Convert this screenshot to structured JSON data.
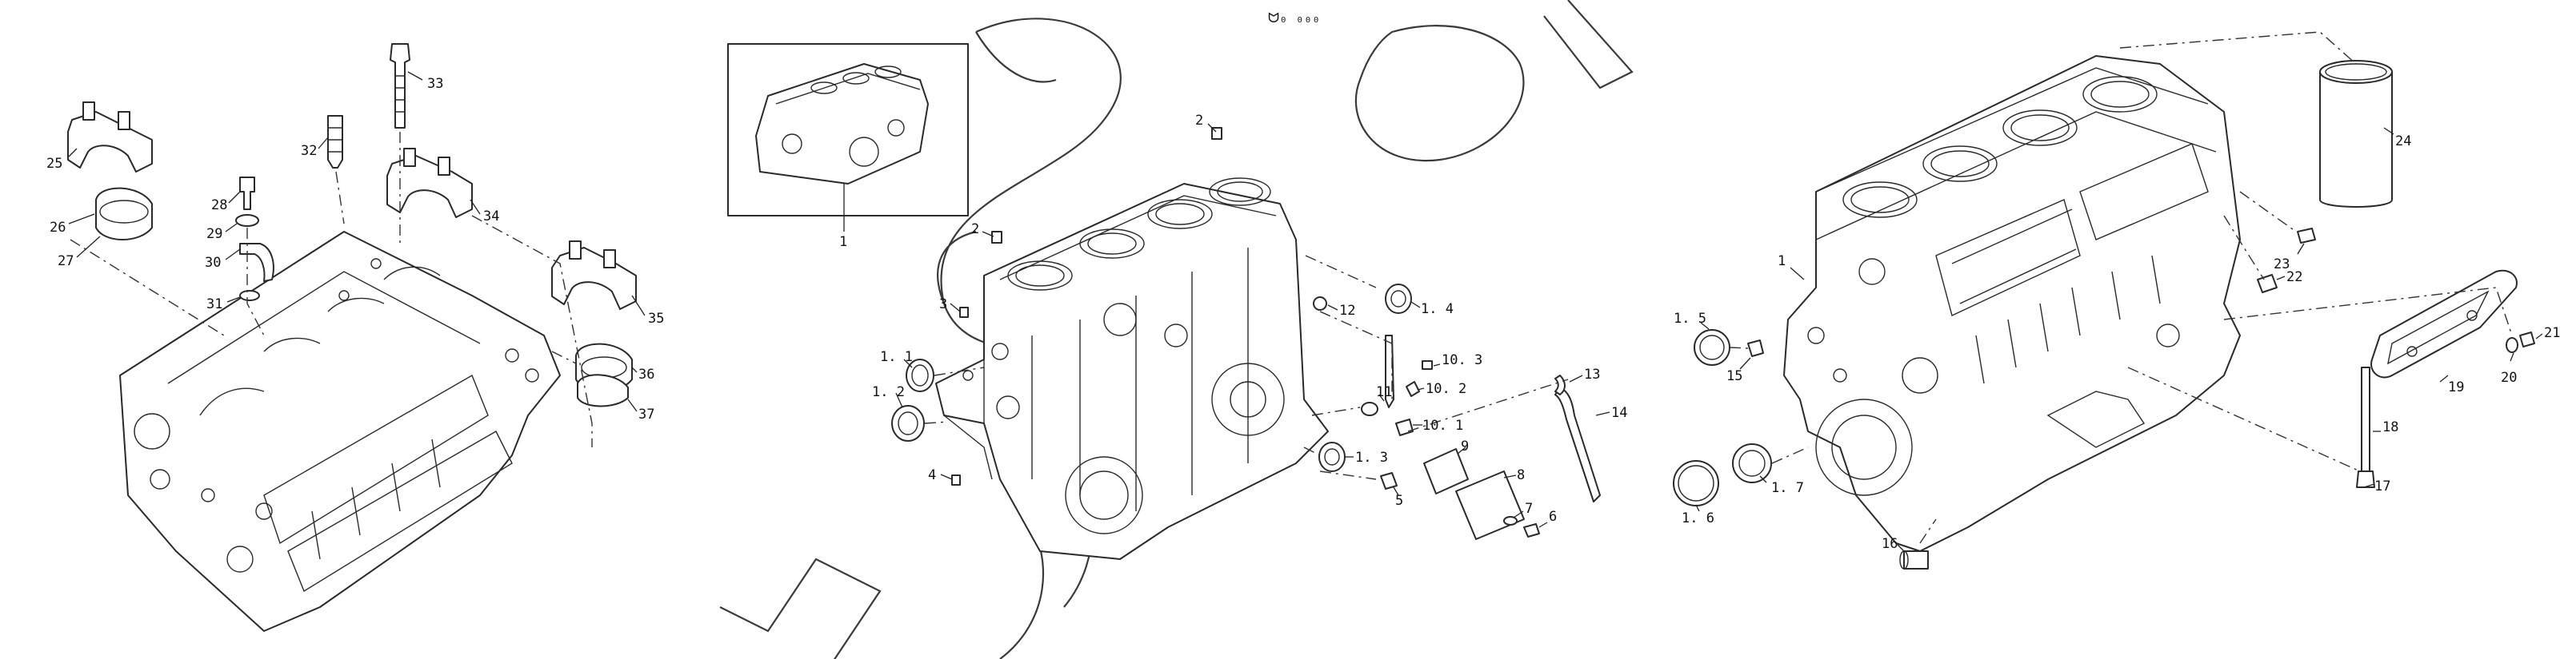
{
  "header": {
    "mark": "ᗢ₀ ₀₀₀"
  },
  "callouts": {
    "c25": "25",
    "c26": "26",
    "c27": "27",
    "c28": "28",
    "c29": "29",
    "c30": "30",
    "c31": "31",
    "c32": "32",
    "c33": "33",
    "c34": "34",
    "c35": "35",
    "c36": "36",
    "c37": "37",
    "m1": "1",
    "m2a": "2",
    "m2b": "2",
    "m3": "3",
    "m4": "4",
    "m1_1": "1. 1",
    "m1_2": "1. 2",
    "m1_3": "1. 3",
    "m1_4": "1. 4",
    "m5": "5",
    "m6": "6",
    "m7": "7",
    "m8": "8",
    "m9": "9",
    "m10_1": "10. 1",
    "m10_2": "10. 2",
    "m10_3": "10. 3",
    "m11": "11",
    "m12": "12",
    "m13": "13",
    "m14": "14",
    "r1": "1",
    "r1_5": "1. 5",
    "r1_6": "1. 6",
    "r1_7": "1. 7",
    "r15": "15",
    "r16": "16",
    "r17": "17",
    "r18": "18",
    "r19": "19",
    "r20": "20",
    "r21": "21",
    "r22": "22",
    "r23": "23",
    "r24": "24"
  },
  "colors": {
    "ink": "#2a2a2a",
    "paper": "#ffffff"
  }
}
